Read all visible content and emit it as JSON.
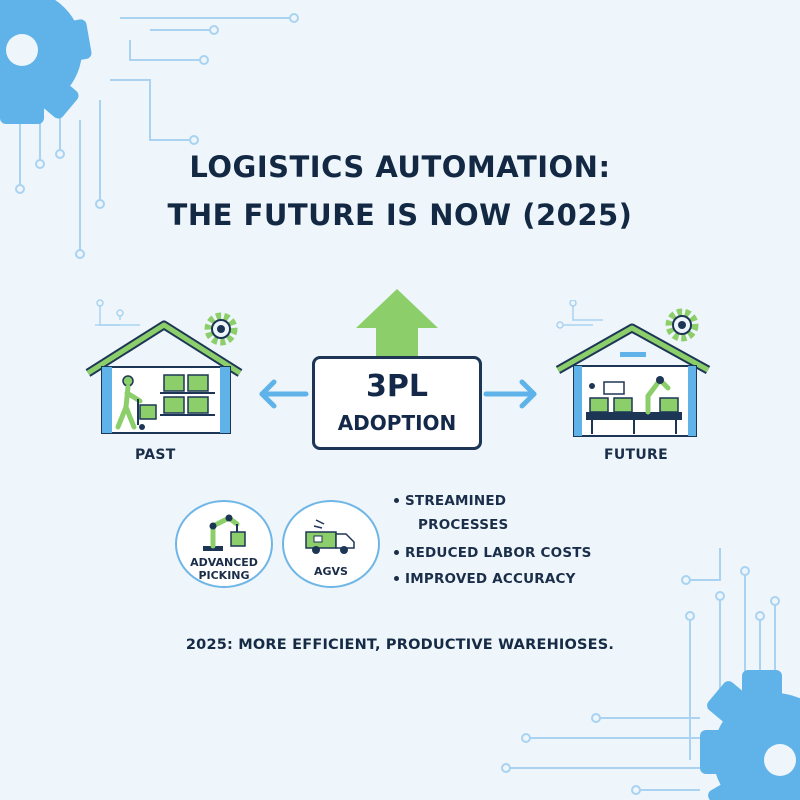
{
  "title": {
    "line1": "LOGISTICS AUTOMATION:",
    "line2": "THE FUTURE IS NOW (2025)"
  },
  "center": {
    "big": "3PL",
    "small": "ADOPTION"
  },
  "past": {
    "label": "PAST"
  },
  "future": {
    "label": "FUTURE"
  },
  "badges": [
    {
      "label_line1": "ADVANCED",
      "label_line2": "PICKING",
      "icon": "robot-arm-icon"
    },
    {
      "label_line1": "AGVS",
      "label_line2": "",
      "icon": "agv-vehicle-icon"
    }
  ],
  "benefits": [
    {
      "line1": "STREAMINED",
      "line2": "PROCESSES"
    },
    {
      "line1": "REDUCED LABOR COSTS",
      "line2": ""
    },
    {
      "line1": "IMPROVED ACCURACY",
      "line2": ""
    }
  ],
  "conclusion": "2025: MORE EFFICIENT, PRODUCTIVE WAREHIOSES.",
  "colors": {
    "background": "#eef5fb",
    "navy": "#1d3656",
    "green": "#8ccf6a",
    "blue": "#5fb3e8"
  }
}
